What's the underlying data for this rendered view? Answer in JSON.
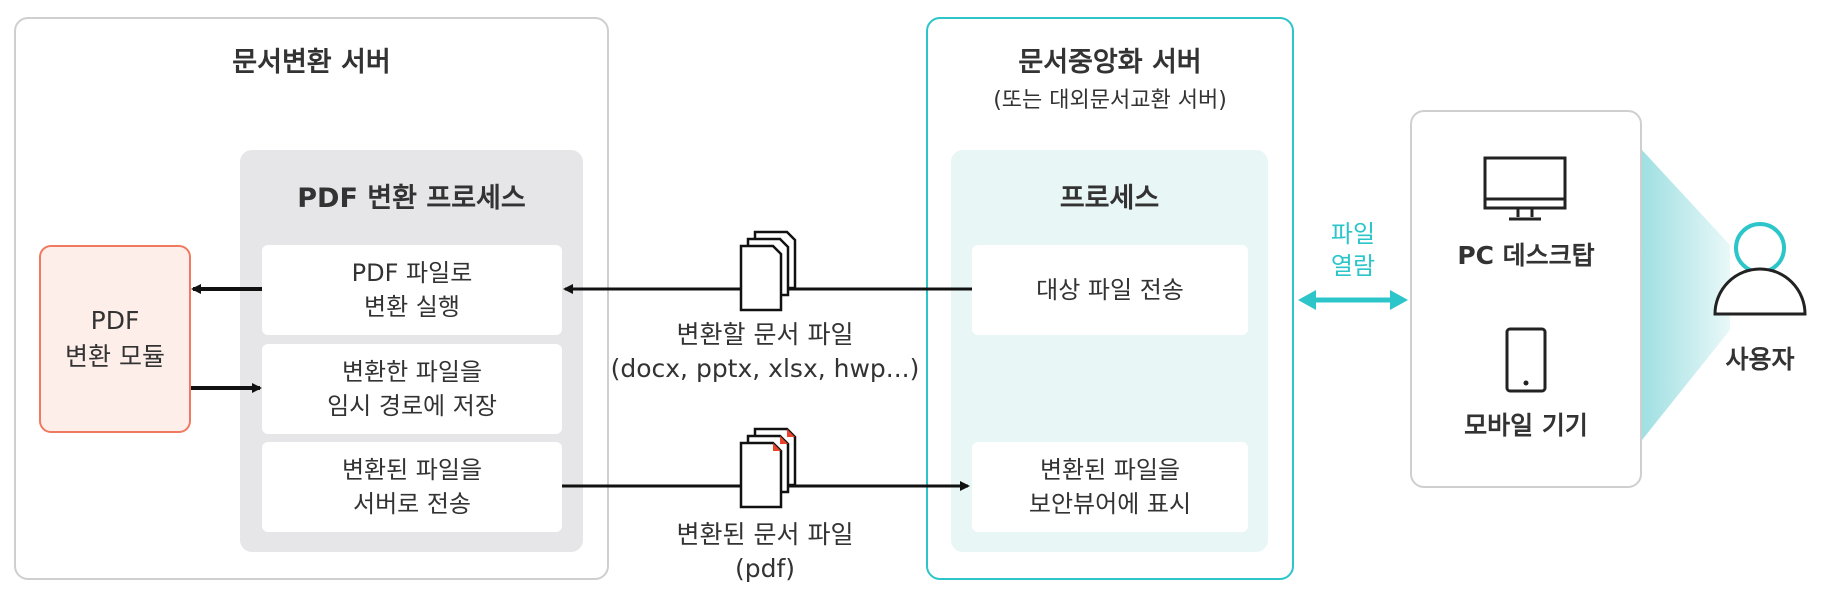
{
  "conversion_server": {
    "title": "문서변환 서버",
    "process_title": "PDF 변환 프로세스",
    "steps": [
      {
        "line1": "PDF 파일로",
        "line2": "변환 실행"
      },
      {
        "line1": "변환한 파일을",
        "line2": "임시 경로에 저장"
      },
      {
        "line1": "변환된 파일을",
        "line2": "서버로 전송"
      }
    ],
    "module": {
      "line1": "PDF",
      "line2": "변환 모듈"
    }
  },
  "central_server": {
    "title": "문서중앙화 서버",
    "subtitle": "(또는 대외문서교환 서버)",
    "process_title": "프로세스",
    "steps": [
      {
        "line1": "대상 파일 전송"
      },
      {
        "line1": "변환된 파일을",
        "line2": "보안뷰어에 표시"
      }
    ]
  },
  "flows": {
    "to_convert": {
      "line1": "변환할 문서 파일",
      "line2": "(docx, pptx, xlsx, hwp...)"
    },
    "converted": {
      "line1": "변환된 문서 파일",
      "line2": "(pdf)"
    },
    "open": {
      "line1": "파일",
      "line2": "열람"
    }
  },
  "devices": {
    "desktop": "PC 데스크탑",
    "mobile": "모바일 기기"
  },
  "user": {
    "label": "사용자"
  },
  "colors": {
    "teal": "#2cc5c9",
    "module_border": "#ef7a5f",
    "module_fill": "#fdeee9",
    "process_gray": "#e6e6e8",
    "process_teal": "#e8f6f6",
    "file_corner_red": "#e8452c"
  },
  "icons": [
    "desktop-monitor-icon",
    "mobile-phone-icon",
    "user-icon",
    "document-stack-icon"
  ]
}
